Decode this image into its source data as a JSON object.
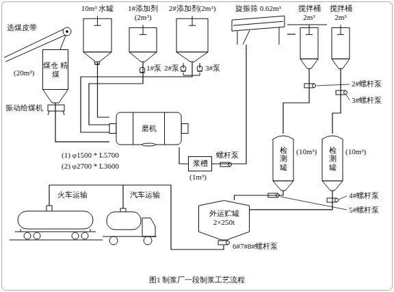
{
  "diagram": {
    "caption": "图1 制浆厂一段制浆工艺流程",
    "nodes": [
      {
        "text": [
          "10m³ 水罐"
        ]
      },
      {
        "text": [
          "1#添加剂(2m³)"
        ]
      },
      {
        "text": [
          "2#添加剂(2m³)"
        ]
      },
      {
        "text": [
          "旋振筛 0.62m³"
        ]
      },
      {
        "text": [
          "搅拌桶 2m³"
        ]
      },
      {
        "text": [
          "搅拌桶 2m³"
        ]
      },
      {
        "text": [
          "煤仓 精煤"
        ]
      },
      {
        "text": [
          "磨机"
        ]
      },
      {
        "text": [
          "浆槽"
        ]
      },
      {
        "text": [
          "检测罐"
        ]
      },
      {
        "text": [
          "检测罐"
        ]
      },
      {
        "text": [
          "外运贮罐 2×250t"
        ]
      }
    ],
    "edges": [
      {
        "from": 6,
        "to": 7,
        "arrow": "none"
      },
      {
        "from": 0,
        "to": 7,
        "arrow": "none"
      },
      {
        "from": 1,
        "to": 7,
        "arrow": "none"
      },
      {
        "from": 2,
        "to": 7,
        "arrow": "none"
      },
      {
        "from": 7,
        "to": 8,
        "arrow": "none"
      },
      {
        "from": 8,
        "to": 3,
        "arrow": "none"
      },
      {
        "from": 3,
        "to": 4,
        "arrow": "none"
      },
      {
        "from": 3,
        "to": 5,
        "arrow": "none"
      },
      {
        "from": 4,
        "to": 9,
        "arrow": "none"
      },
      {
        "from": 5,
        "to": 10,
        "arrow": "none"
      },
      {
        "from": 9,
        "to": 11,
        "arrow": "none"
      },
      {
        "from": 10,
        "to": 11,
        "arrow": "none"
      }
    ],
    "labels": [
      "选煤皮带",
      "(20m³)",
      "振动给煤机",
      "1#泵",
      "2#泵",
      "3#泵",
      "(1) φ1500 * L5700",
      "(2) φ2700 * L3600",
      "(1m³)",
      "螺杆泵",
      "2#螺杆泵",
      "3#螺杆泵",
      "(10m³)",
      "(10m³)",
      "4#螺杆泵",
      "5#螺杆泵",
      "6#7#8#螺杆泵",
      "火车运输",
      "汽车运输"
    ]
  }
}
